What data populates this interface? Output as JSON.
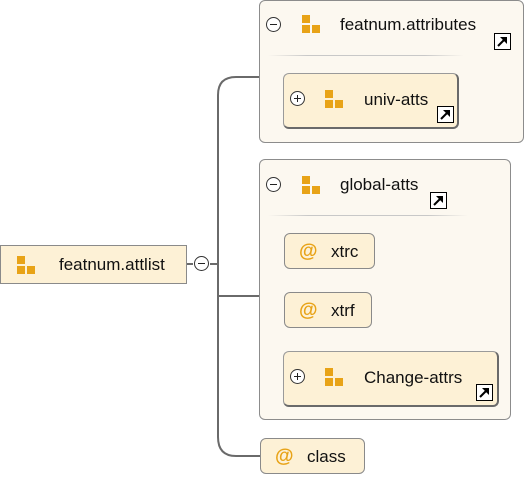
{
  "root": {
    "label": "featnum.attlist"
  },
  "groups": [
    {
      "label": "featnum.attributes",
      "children": [
        {
          "label": "univ-atts"
        }
      ]
    },
    {
      "label": "global-atts",
      "children": [
        {
          "label": "xtrc"
        },
        {
          "label": "xtrf"
        },
        {
          "label": "Change-attrs"
        }
      ]
    }
  ],
  "attribute": {
    "label": "class"
  },
  "icons": {
    "group": "group-icon",
    "attribute": "at-icon",
    "link": "link-arrow-icon",
    "collapse": "collapse-toggle-icon",
    "expand": "expand-toggle-icon"
  },
  "colors": {
    "accent": "#e8a317",
    "node_fill": "#fdf1d6",
    "panel_fill": "#fcf8f0",
    "connector": "#6a6a6a"
  }
}
